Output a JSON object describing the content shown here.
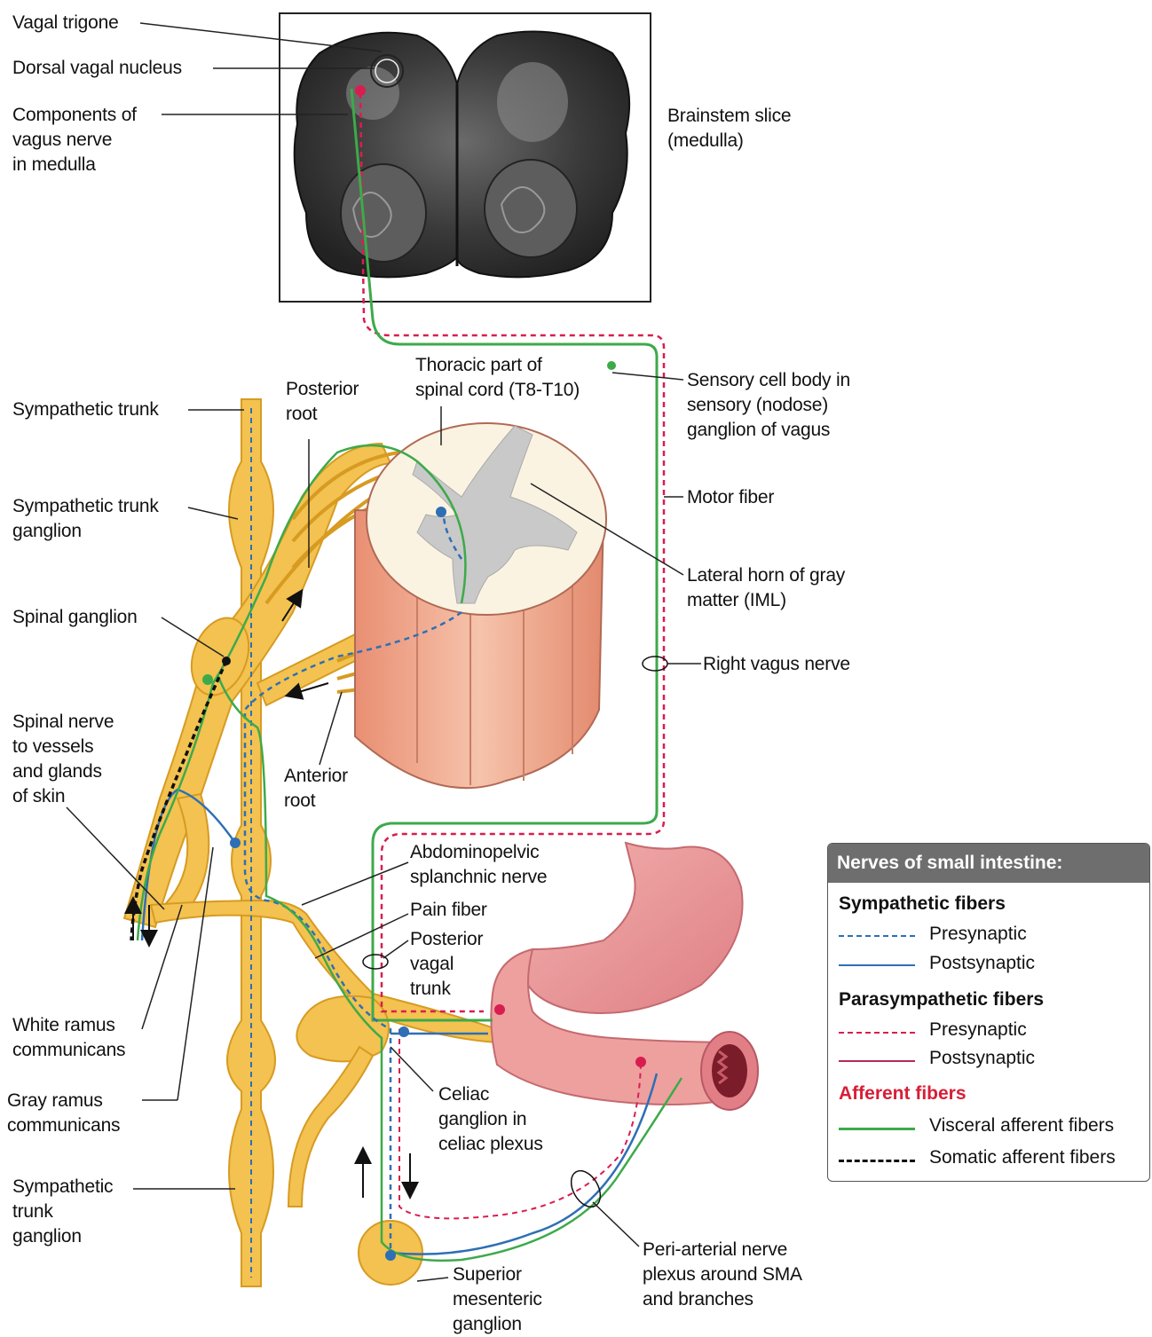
{
  "labels": {
    "vagal_trigone": "Vagal trigone",
    "dorsal_vagal_nucleus": "Dorsal vagal nucleus",
    "components_vagus": "Components of\nvagus nerve\nin medulla",
    "brainstem_slice": "Brainstem slice\n(medulla)",
    "thoracic_cord": "Thoracic part of\nspinal cord (T8-T10)",
    "posterior_root": "Posterior\nroot",
    "sympathetic_trunk": "Sympathetic trunk",
    "sympathetic_trunk_ganglion": "Sympathetic trunk\nganglion",
    "sensory_cell_body": "Sensory cell body in\nsensory (nodose)\nganglion of vagus",
    "motor_fiber": "Motor fiber",
    "lateral_horn": "Lateral horn of gray\nmatter (IML)",
    "spinal_ganglion": "Spinal ganglion",
    "right_vagus": "Right vagus nerve",
    "spinal_nerve": "Spinal nerve\nto vessels\nand glands\nof skin",
    "anterior_root": "Anterior\nroot",
    "abdominopelvic": "Abdominopelvic\nsplanchnic nerve",
    "pain_fiber": "Pain fiber",
    "posterior_vagal_trunk": "Posterior\nvagal\ntrunk",
    "white_ramus": "White ramus\ncommunicans",
    "gray_ramus": "Gray ramus\ncommunicans",
    "celiac_ganglion": "Celiac\nganglion in\nceliac plexus",
    "sympathetic_trunk_ganglion_lower": "Sympathetic\ntrunk\nganglion",
    "superior_mesenteric": "Superior\nmesenteric\nganglion",
    "peri_arterial": "Peri-arterial nerve\nplexus around SMA\nand branches"
  },
  "legend": {
    "title": "Nerves of small intestine:",
    "sympathetic_heading": "Sympathetic fibers",
    "sym_pre": "Presynaptic",
    "sym_post": "Postsynaptic",
    "parasympathetic_heading": "Parasympathetic fibers",
    "para_pre": "Presynaptic",
    "para_post": "Postsynaptic",
    "afferent_heading": "Afferent fibers",
    "visceral": "Visceral afferent fibers",
    "somatic": "Somatic afferent fibers"
  },
  "colors": {
    "nerve_yellow": "#f3c250",
    "nerve_outline": "#d79b22",
    "sympathetic_blue": "#2e6fb5",
    "parasympathetic_red": "#d81e50",
    "afferent_green": "#3daa4a",
    "somatic_black": "#111111",
    "spinal_cord_pink": "#f2b59a",
    "gray_matter": "#c9c9c9",
    "stomach_pink": "#ee9b9b",
    "legend_header": "#6e6e6e",
    "afferent_heading_red": "#d81e36"
  }
}
